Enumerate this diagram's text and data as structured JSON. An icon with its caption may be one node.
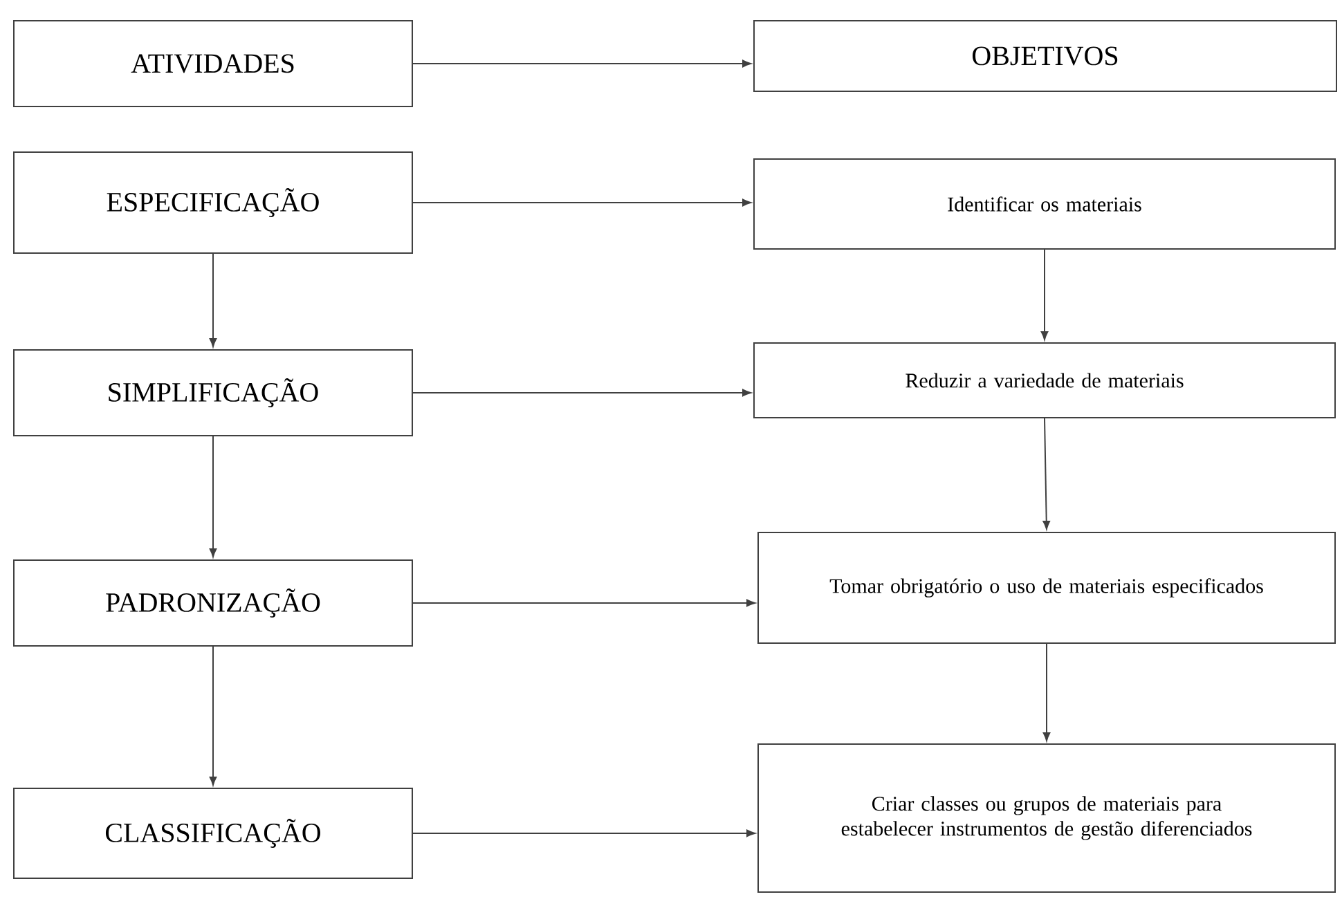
{
  "diagram": {
    "nodes": [
      {
        "text": [
          "ATIVIDADES"
        ]
      },
      {
        "text": [
          "ESPECIFICAÇÃO"
        ]
      },
      {
        "text": [
          "SIMPLIFICAÇÃO"
        ]
      },
      {
        "text": [
          "PADRONIZAÇÃO"
        ]
      },
      {
        "text": [
          "CLASSIFICAÇÃO"
        ]
      },
      {
        "text": [
          "OBJETIVOS"
        ]
      },
      {
        "text": [
          "Identificar os materiais"
        ]
      },
      {
        "text": [
          "Reduzir a variedade de materiais"
        ]
      },
      {
        "text": [
          "Tomar obrigatório o uso de materiais especificados"
        ]
      },
      {
        "text": [
          "Criar classes ou grupos de materiais para estabelecer instrumentos de gestão diferenciados"
        ]
      }
    ],
    "edges": [
      {
        "from": 0,
        "to": 5,
        "arrow": "to"
      },
      {
        "from": 1,
        "to": 6,
        "arrow": "to"
      },
      {
        "from": 1,
        "to": 2,
        "arrow": "to"
      },
      {
        "from": 6,
        "to": 7,
        "arrow": "to"
      },
      {
        "from": 2,
        "to": 7,
        "arrow": "to"
      },
      {
        "from": 2,
        "to": 3,
        "arrow": "to"
      },
      {
        "from": 7,
        "to": 8,
        "arrow": "to"
      },
      {
        "from": 3,
        "to": 8,
        "arrow": "to"
      },
      {
        "from": 3,
        "to": 4,
        "arrow": "to"
      },
      {
        "from": 8,
        "to": 9,
        "arrow": "to"
      },
      {
        "from": 4,
        "to": 9,
        "arrow": "to"
      }
    ]
  }
}
